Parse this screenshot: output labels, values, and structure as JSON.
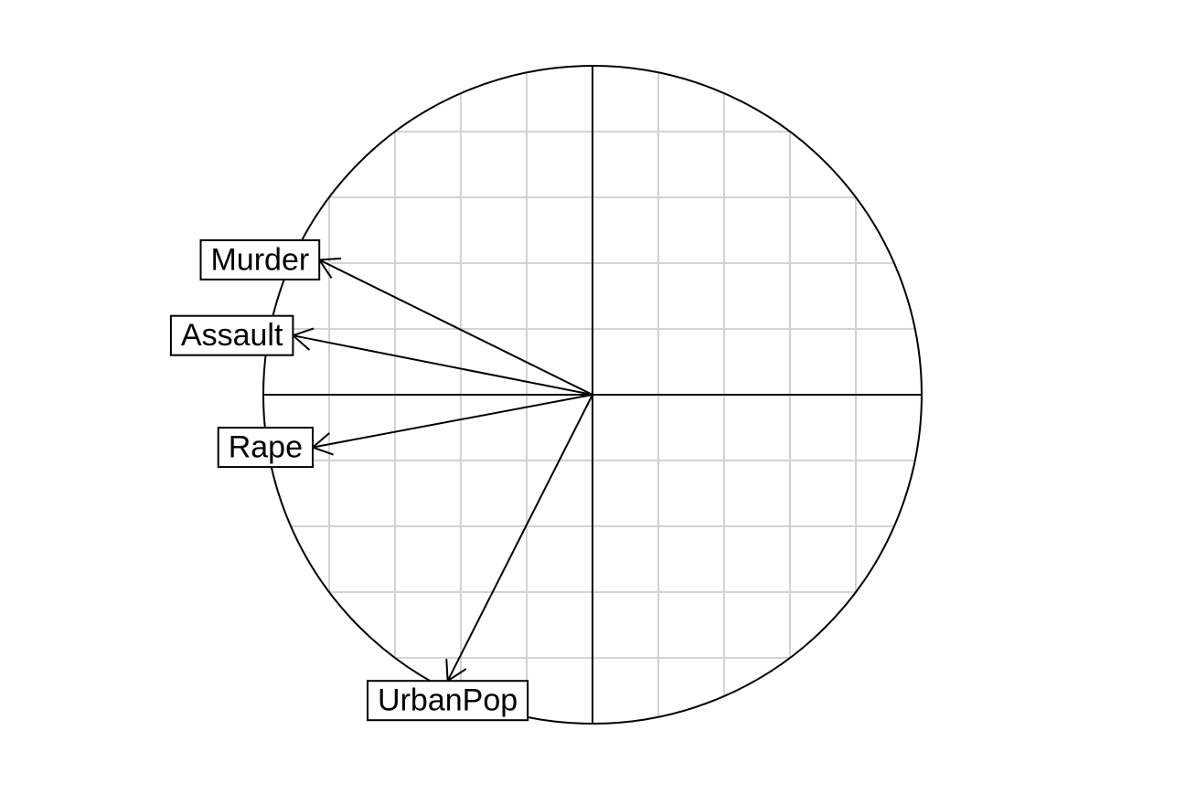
{
  "chart_data": {
    "type": "scatter",
    "subtype": "correlation-circle",
    "title": "",
    "xlabel": "",
    "ylabel": "",
    "xlim": [
      -1,
      1
    ],
    "ylim": [
      -1,
      1
    ],
    "grid": true,
    "grid_step": 0.2,
    "unit_circle": true,
    "axes_through_origin": true,
    "colors": {
      "grid": "#d3d3d3",
      "lines": "#000000",
      "label_box_fill": "#ffffff"
    },
    "variables": [
      {
        "label": "Murder",
        "x": -0.83,
        "y": 0.41
      },
      {
        "label": "Assault",
        "x": -0.91,
        "y": 0.18
      },
      {
        "label": "Rape",
        "x": -0.85,
        "y": -0.16
      },
      {
        "label": "UrbanPop",
        "x": -0.44,
        "y": -0.87
      }
    ]
  }
}
